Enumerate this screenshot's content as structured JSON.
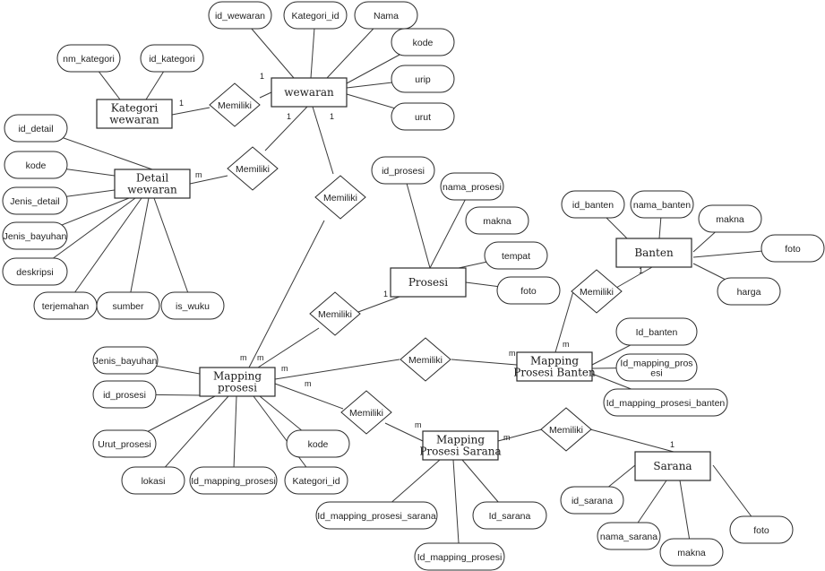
{
  "diagram": {
    "type": "entity-relationship",
    "entities": [
      {
        "id": "wewaran",
        "lines": [
          "wewaran"
        ]
      },
      {
        "id": "kategori_wewaran",
        "lines": [
          "Kategori",
          "wewaran"
        ]
      },
      {
        "id": "detail_wewaran",
        "lines": [
          "Detail",
          "wewaran"
        ]
      },
      {
        "id": "prosesi",
        "lines": [
          "Prosesi"
        ]
      },
      {
        "id": "banten",
        "lines": [
          "Banten"
        ]
      },
      {
        "id": "mapping_prosesi",
        "lines": [
          "Mapping",
          "prosesi"
        ]
      },
      {
        "id": "mapping_prosesi_banten",
        "lines": [
          "Mapping",
          "Prosesi Banten"
        ]
      },
      {
        "id": "mapping_prosesi_sarana",
        "lines": [
          "Mapping",
          "Prosesi Sarana"
        ]
      },
      {
        "id": "sarana",
        "lines": [
          "Sarana"
        ]
      }
    ],
    "attributes": [
      {
        "entity": "wewaran",
        "lines": [
          "id_wewaran"
        ]
      },
      {
        "entity": "wewaran",
        "lines": [
          "Kategori_id"
        ]
      },
      {
        "entity": "wewaran",
        "lines": [
          "Nama"
        ]
      },
      {
        "entity": "wewaran",
        "lines": [
          "kode"
        ]
      },
      {
        "entity": "wewaran",
        "lines": [
          "urip"
        ]
      },
      {
        "entity": "wewaran",
        "lines": [
          "urut"
        ]
      },
      {
        "entity": "kategori_wewaran",
        "lines": [
          "nm_kategori"
        ]
      },
      {
        "entity": "kategori_wewaran",
        "lines": [
          "id_kategori"
        ]
      },
      {
        "entity": "detail_wewaran",
        "lines": [
          "id_detail"
        ]
      },
      {
        "entity": "detail_wewaran",
        "lines": [
          "kode"
        ]
      },
      {
        "entity": "detail_wewaran",
        "lines": [
          "Jenis_detail"
        ]
      },
      {
        "entity": "detail_wewaran",
        "lines": [
          "Jenis_bayuhan"
        ]
      },
      {
        "entity": "detail_wewaran",
        "lines": [
          "deskripsi"
        ]
      },
      {
        "entity": "detail_wewaran",
        "lines": [
          "terjemahan"
        ]
      },
      {
        "entity": "detail_wewaran",
        "lines": [
          "sumber"
        ]
      },
      {
        "entity": "detail_wewaran",
        "lines": [
          "is_wuku"
        ]
      },
      {
        "entity": "prosesi",
        "lines": [
          "id_prosesi"
        ]
      },
      {
        "entity": "prosesi",
        "lines": [
          "nama_prosesi"
        ]
      },
      {
        "entity": "prosesi",
        "lines": [
          "makna"
        ]
      },
      {
        "entity": "prosesi",
        "lines": [
          "tempat"
        ]
      },
      {
        "entity": "prosesi",
        "lines": [
          "foto"
        ]
      },
      {
        "entity": "banten",
        "lines": [
          "id_banten"
        ]
      },
      {
        "entity": "banten",
        "lines": [
          "nama_banten"
        ]
      },
      {
        "entity": "banten",
        "lines": [
          "makna"
        ]
      },
      {
        "entity": "banten",
        "lines": [
          "foto"
        ]
      },
      {
        "entity": "banten",
        "lines": [
          "harga"
        ]
      },
      {
        "entity": "mapping_prosesi",
        "lines": [
          "Jenis_bayuhan"
        ]
      },
      {
        "entity": "mapping_prosesi",
        "lines": [
          "id_prosesi"
        ]
      },
      {
        "entity": "mapping_prosesi",
        "lines": [
          "Urut_prosesi"
        ]
      },
      {
        "entity": "mapping_prosesi",
        "lines": [
          "lokasi"
        ]
      },
      {
        "entity": "mapping_prosesi",
        "lines": [
          "Id_mapping_prosesi"
        ]
      },
      {
        "entity": "mapping_prosesi",
        "lines": [
          "Kategori_id"
        ]
      },
      {
        "entity": "mapping_prosesi",
        "lines": [
          "kode"
        ]
      },
      {
        "entity": "mapping_prosesi_banten",
        "lines": [
          "Id_banten"
        ]
      },
      {
        "entity": "mapping_prosesi_banten",
        "lines": [
          "Id_mapping_pros",
          "esi"
        ]
      },
      {
        "entity": "mapping_prosesi_banten",
        "lines": [
          "Id_mapping_prosesi_banten"
        ]
      },
      {
        "entity": "mapping_prosesi_sarana",
        "lines": [
          "Id_mapping_prosesi_sarana"
        ]
      },
      {
        "entity": "mapping_prosesi_sarana",
        "lines": [
          "Id_sarana"
        ]
      },
      {
        "entity": "mapping_prosesi_sarana",
        "lines": [
          "Id_mapping_prosesi"
        ]
      },
      {
        "entity": "sarana",
        "lines": [
          "id_sarana"
        ]
      },
      {
        "entity": "sarana",
        "lines": [
          "nama_sarana"
        ]
      },
      {
        "entity": "sarana",
        "lines": [
          "makna"
        ]
      },
      {
        "entity": "sarana",
        "lines": [
          "foto"
        ]
      }
    ],
    "relationships": [
      {
        "label": "Memiliki",
        "from": "kategori_wewaran",
        "to": "wewaran",
        "card_from": "1",
        "card_to": "1"
      },
      {
        "label": "Memiliki",
        "from": "detail_wewaran",
        "to": "wewaran",
        "card_from": "m",
        "card_to": "1"
      },
      {
        "label": "Memiliki",
        "from": "mapping_prosesi",
        "to": "wewaran",
        "card_from": "m",
        "card_to": "1"
      },
      {
        "label": "Memiliki",
        "from": "mapping_prosesi",
        "to": "prosesi",
        "card_from": "m",
        "card_to": "1"
      },
      {
        "label": "Memiliki",
        "from": "mapping_prosesi",
        "to": "mapping_prosesi_banten",
        "card_from": "m",
        "card_to": "m"
      },
      {
        "label": "Memiliki",
        "from": "mapping_prosesi_banten",
        "to": "banten",
        "card_from": "m",
        "card_to": "1"
      },
      {
        "label": "Memiliki",
        "from": "mapping_prosesi",
        "to": "mapping_prosesi_sarana",
        "card_from": "m",
        "card_to": "m"
      },
      {
        "label": "Memiliki",
        "from": "mapping_prosesi_sarana",
        "to": "sarana",
        "card_from": "m",
        "card_to": "1"
      }
    ]
  }
}
